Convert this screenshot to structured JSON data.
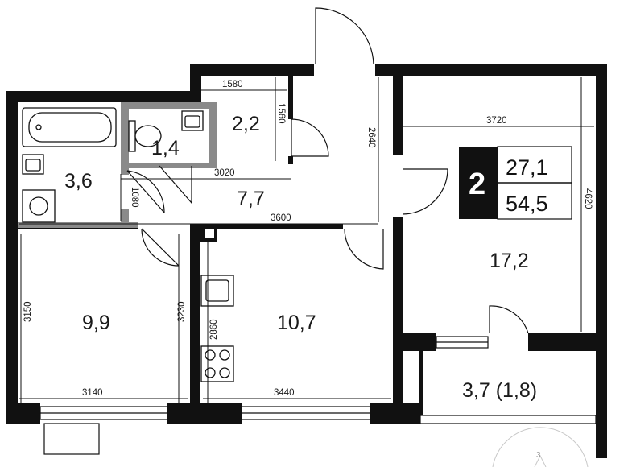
{
  "apartment": {
    "rooms_count": "2",
    "living_area": "27,1",
    "total_area": "54,5"
  },
  "rooms": {
    "bathroom": "3,6",
    "toilet": "1,4",
    "storage": "2,2",
    "hall": "7,7",
    "bedroom": "9,9",
    "kitchen": "10,7",
    "living_room": "17,2",
    "balcony": "3,7 (1,8)"
  },
  "dimensions": {
    "d1580": "1580",
    "d1560": "1560",
    "d2640": "2640",
    "d3720": "3720",
    "d4620": "4620",
    "d3020": "3020",
    "d1080": "1080",
    "d3600": "3600",
    "d3150": "3150",
    "d3230": "3230",
    "d2860": "2860",
    "d3140": "3140",
    "d3440": "3440"
  },
  "compass": {
    "label": "3"
  }
}
